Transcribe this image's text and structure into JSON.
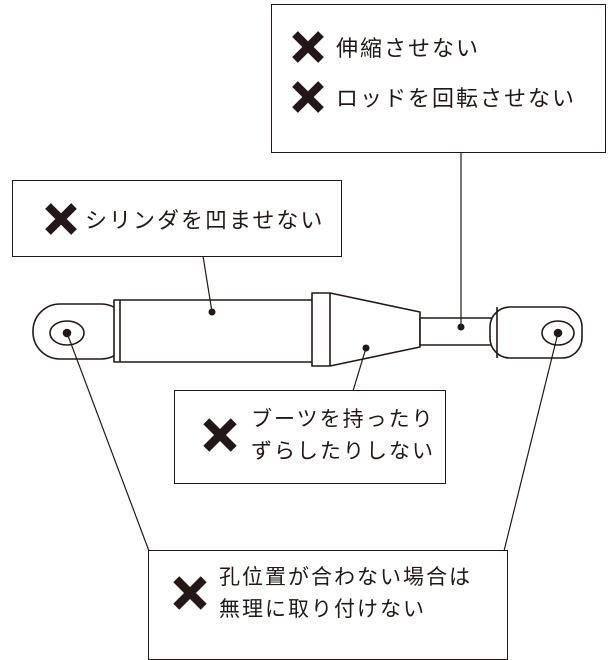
{
  "notes": {
    "extension": "伸縮させない",
    "rod_rotation": "ロッドを回転させない",
    "cylinder": "シリンダを凹ませない",
    "boot_line1": "ブーツを持ったり",
    "boot_line2": "ずらしたりしない",
    "hole_line1": "孔位置が合わない場合は",
    "hole_line2": "無理に取り付けない"
  },
  "icons": {
    "prohibited_mark": "x-mark-icon"
  },
  "colors": {
    "ink": "#231815",
    "background": "#ffffff"
  }
}
